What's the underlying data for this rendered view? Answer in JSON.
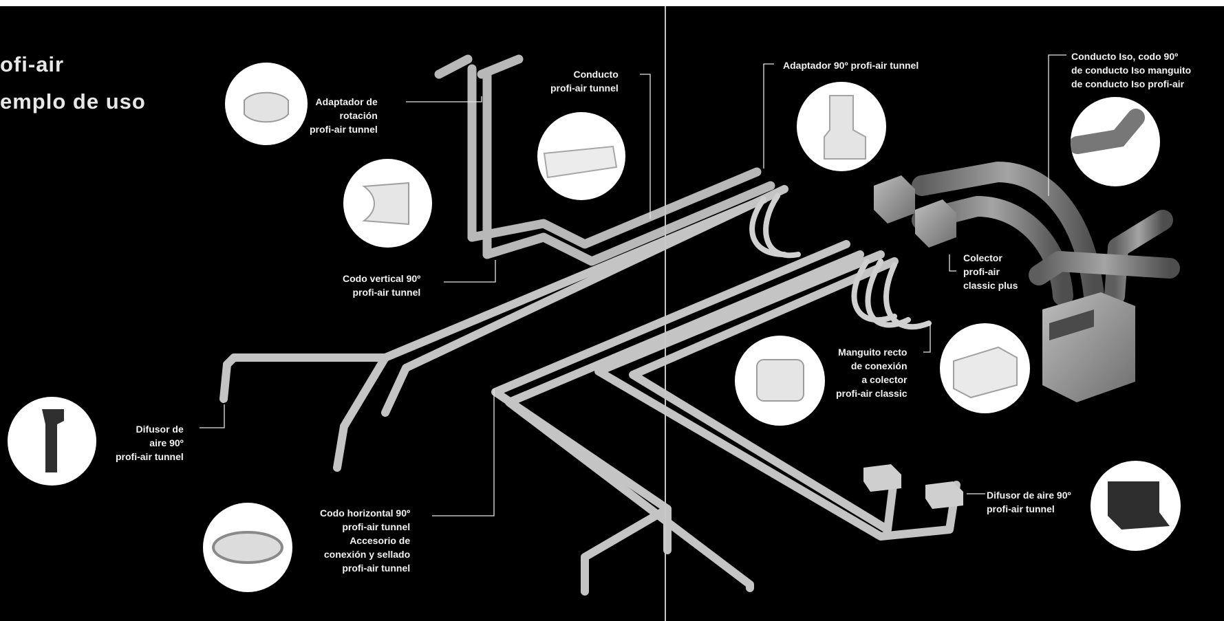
{
  "title": {
    "line1": "ofi-air",
    "line2": "emplo de uso"
  },
  "labels": {
    "adaptador_rotacion": [
      "Adaptador de",
      "rotación",
      "profi-air tunnel"
    ],
    "conducto": [
      "Conducto",
      "profi-air tunnel"
    ],
    "codo_vertical": [
      "Codo vertical 90º",
      "profi-air tunnel"
    ],
    "difusor_left": [
      "Difusor de",
      "aire 90º",
      "profi-air tunnel"
    ],
    "codo_horizontal": [
      "Codo horizontal 90º",
      "profi-air tunnel",
      "Accesorio de",
      "conexión y sellado",
      "profi-air tunnel"
    ],
    "adaptador_90": [
      "Adaptador 90º profi-air tunnel"
    ],
    "conducto_iso": [
      "Conducto Iso, codo 90º",
      "de conducto Iso manguito",
      "de conducto Iso profi-air"
    ],
    "colector": [
      "Colector",
      "profi-air",
      "classic plus"
    ],
    "manguito": [
      "Manguito recto",
      "de conexión",
      "a colector",
      "profi-air classic"
    ],
    "difusor_right": [
      "Difusor de aire 90º",
      "profi-air tunnel"
    ]
  },
  "colors": {
    "background": "#000000",
    "text": "#f2f2f2",
    "pipe": "#d9d9d9",
    "iso": "#8a8a8a",
    "circle": "#ffffff"
  }
}
